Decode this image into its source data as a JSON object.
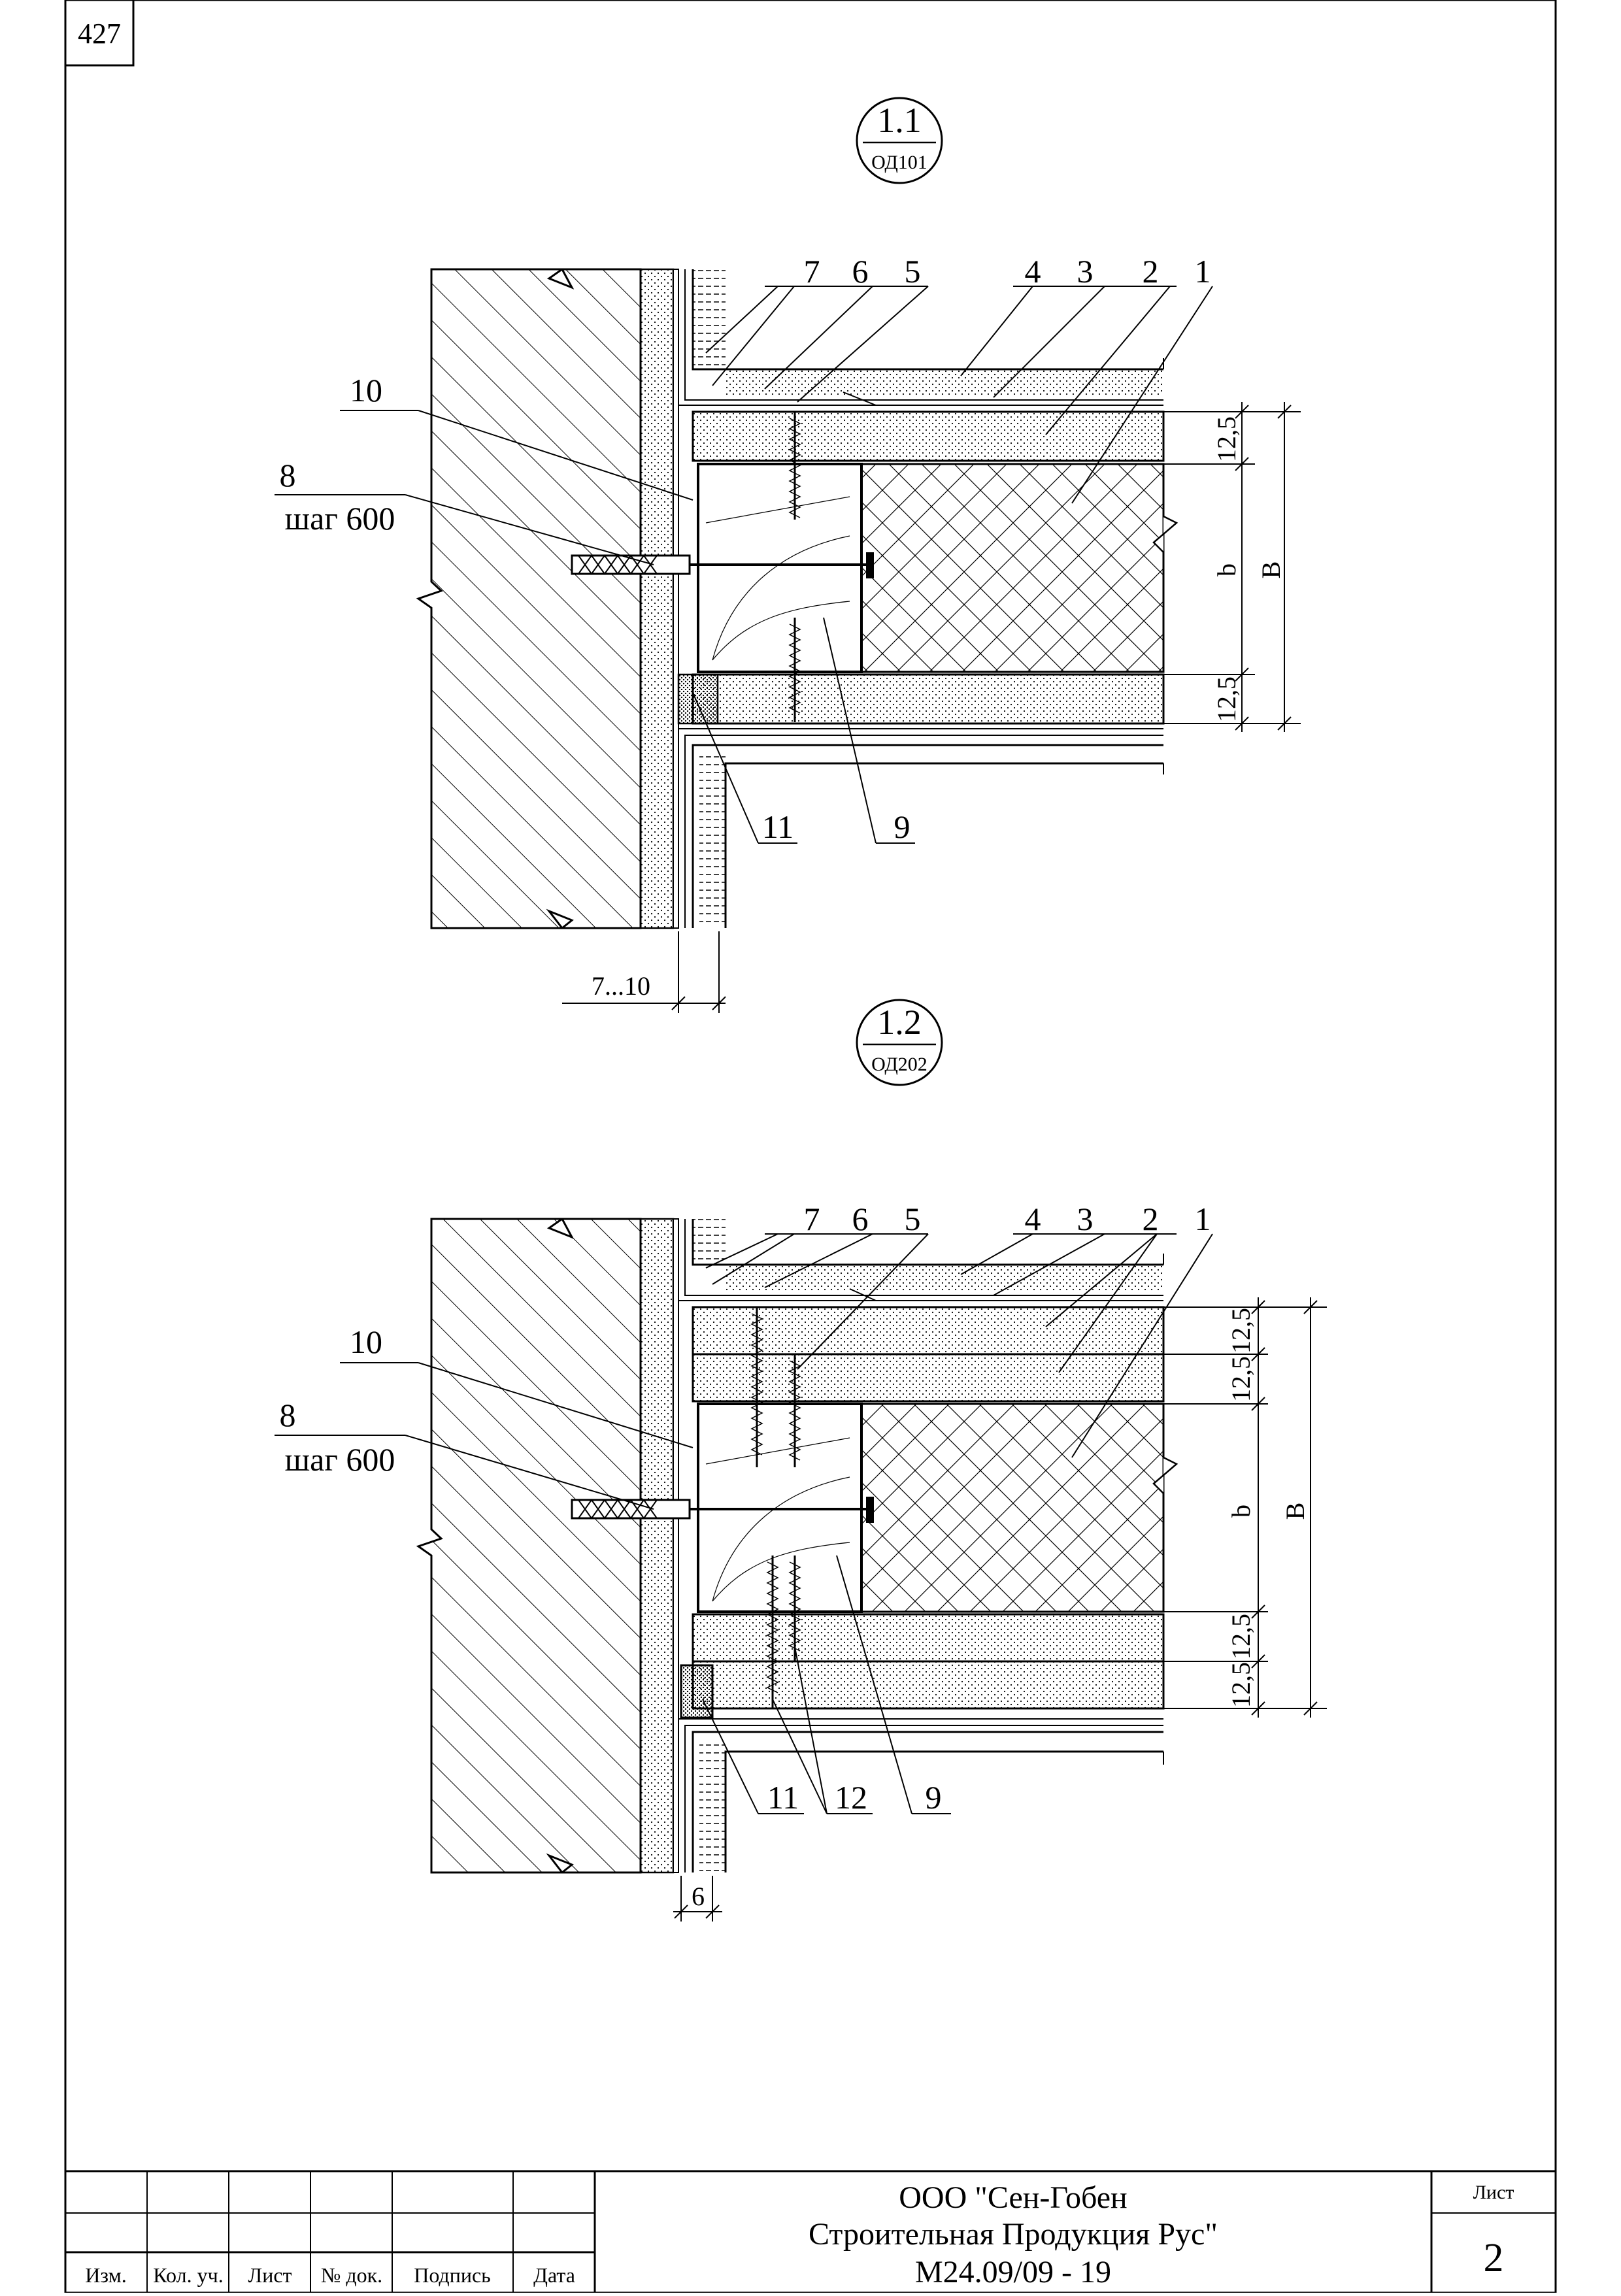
{
  "page_number": "427",
  "section_1": {
    "marker_main": "1.1",
    "marker_sub": "ОД101",
    "top_callouts": [
      "7",
      "6",
      "5",
      "4",
      "3",
      "2",
      "1"
    ],
    "callout_10": "10",
    "callout_8": "8",
    "callout_8_note": "шаг 600",
    "callout_11": "11",
    "callout_9": "9",
    "dim_top": "12,5",
    "dim_bottom": "12,5",
    "dim_b": "b",
    "dim_B": "B",
    "dim_gap": "7...10"
  },
  "section_2": {
    "marker_main": "1.2",
    "marker_sub": "ОД202",
    "top_callouts": [
      "7",
      "6",
      "5",
      "4",
      "3",
      "2",
      "1"
    ],
    "callout_10": "10",
    "callout_8": "8",
    "callout_8_note": "шаг 600",
    "callout_11": "11",
    "callout_12": "12",
    "callout_9": "9",
    "dim_top": [
      "12,5",
      "12,5"
    ],
    "dim_bottom": [
      "12,5",
      "12,5"
    ],
    "dim_b": "b",
    "dim_B": "B",
    "dim_gap": "6"
  },
  "title_block": {
    "columns": [
      "Изм.",
      "Кол. уч.",
      "Лист",
      "№ док.",
      "Подпись",
      "Дата"
    ],
    "title_line_1": "ООО \"Сен-Гобен",
    "title_line_2": "Строительная Продукция Рус\"",
    "title_line_3": "М24.09/09 - 19",
    "sheet_label": "Лист",
    "sheet_number": "2"
  }
}
